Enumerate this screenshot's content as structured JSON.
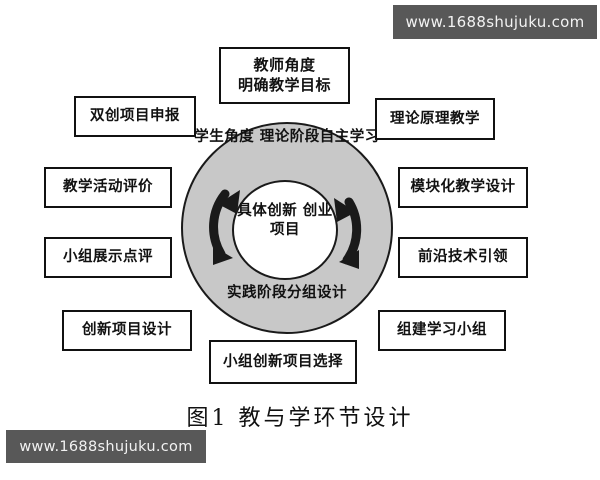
{
  "figure": {
    "caption": "图1 教与学环节设计",
    "center": {
      "line1": "具体创新",
      "line2": "创业项目"
    },
    "ring": {
      "top_line1": "学生角度",
      "top_line2": "理论阶段自主学习",
      "bottom_line1": "实践阶段分组设计",
      "fill_color": "#c8c8c8",
      "stroke_color": "#1a1a1a"
    },
    "nodes": [
      {
        "id": "teacher-perspective",
        "line1": "教师角度",
        "line2": "明确教学目标"
      },
      {
        "id": "innovation-project-application",
        "line1": "双创项目申报",
        "line2": ""
      },
      {
        "id": "theory-principle-teaching",
        "line1": "理论原理教学",
        "line2": ""
      },
      {
        "id": "teaching-activity-evaluation",
        "line1": "教学活动评价",
        "line2": ""
      },
      {
        "id": "modular-teaching-design",
        "line1": "模块化教学设计",
        "line2": ""
      },
      {
        "id": "group-presentation-review",
        "line1": "小组展示点评",
        "line2": ""
      },
      {
        "id": "frontier-technology-leading",
        "line1": "前沿技术引领",
        "line2": ""
      },
      {
        "id": "innovation-project-design",
        "line1": "创新项目设计",
        "line2": ""
      },
      {
        "id": "form-study-groups",
        "line1": "组建学习小组",
        "line2": ""
      },
      {
        "id": "group-innovation-project-selection",
        "line1": "小组创新项目选择",
        "line2": ""
      }
    ]
  },
  "watermarks": {
    "top_right": "www.1688shujuku.com",
    "bottom_left": "www.1688shujuku.com",
    "background_color": "#585858"
  }
}
